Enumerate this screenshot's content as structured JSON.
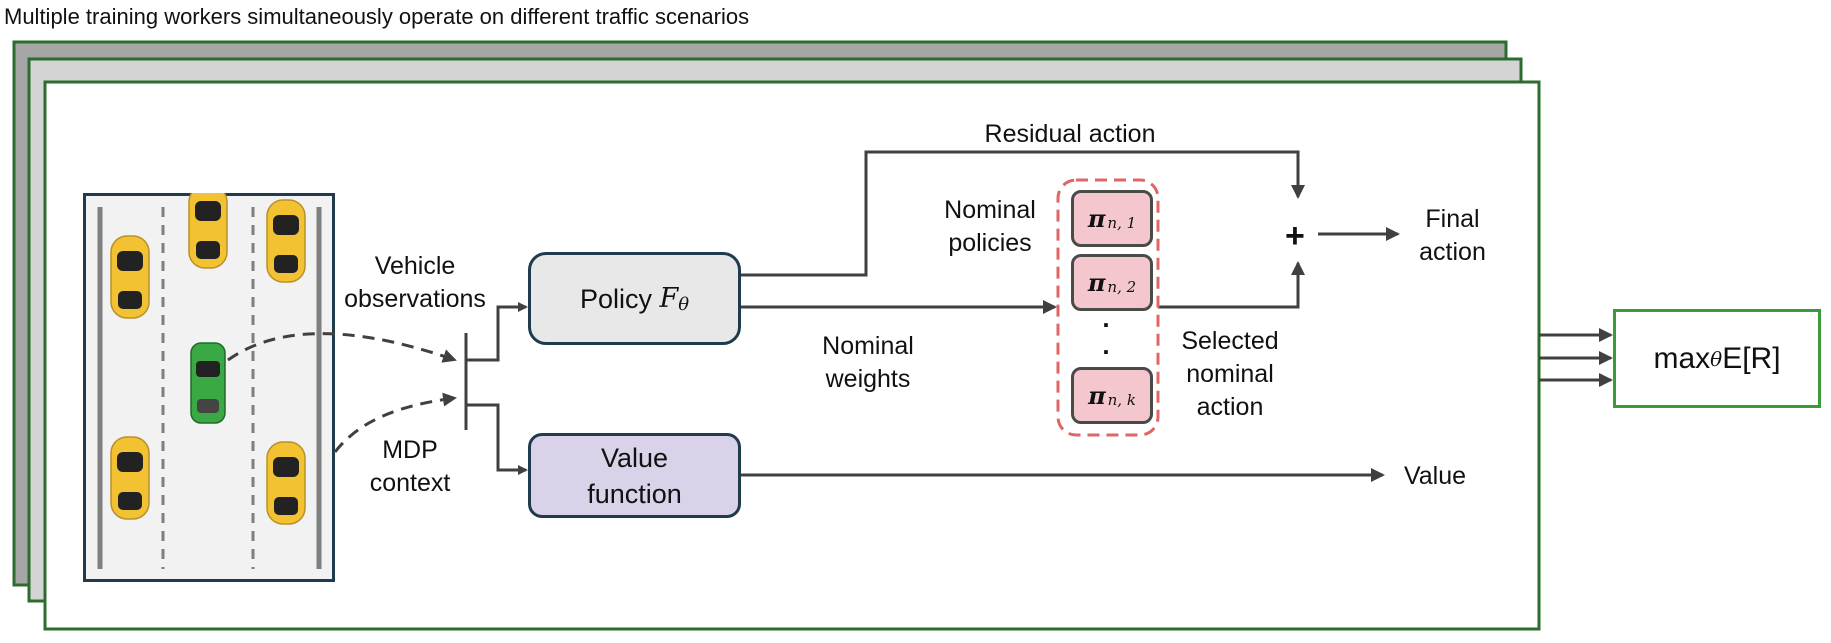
{
  "caption": "Multiple training workers simultaneously operate on different traffic scenarios",
  "labels": {
    "vehicle_observations_1": "Vehicle",
    "vehicle_observations_2": "observations",
    "mdp_context_1": "MDP",
    "mdp_context_2": "context",
    "policy_box": "Policy",
    "policy_symbol": "F",
    "policy_subscript": "θ",
    "value_function_1": "Value",
    "value_function_2": "function",
    "residual_action": "Residual action",
    "nominal_policies_1": "Nominal",
    "nominal_policies_2": "policies",
    "nominal_weights_1": "Nominal",
    "nominal_weights_2": "weights",
    "selected_nominal_action_1": "Selected",
    "selected_nominal_action_2": "nominal",
    "selected_nominal_action_3": "action",
    "final_action_1": "Final",
    "final_action_2": "action",
    "value_output": "Value",
    "plus": "+",
    "objective_main": "max",
    "objective_sub": "θ",
    "objective_tail": " E[R]"
  },
  "policies": [
    {
      "symbol": "π",
      "sub": "n, 1"
    },
    {
      "symbol": "π",
      "sub": "n, 2"
    },
    {
      "symbol": "π",
      "sub": "n, k"
    }
  ],
  "dots": ".",
  "colors": {
    "stack_border": "#2e6b2e",
    "policy_fill": "#e8e8e8",
    "value_fill": "#d9d2e9",
    "pi_fill": "#f4c7cf",
    "dashed_group": "#e06666",
    "objective_border": "#3c9a3c",
    "yellow_car": "#f2c232",
    "green_car": "#3aa845",
    "arrow": "#404040"
  }
}
